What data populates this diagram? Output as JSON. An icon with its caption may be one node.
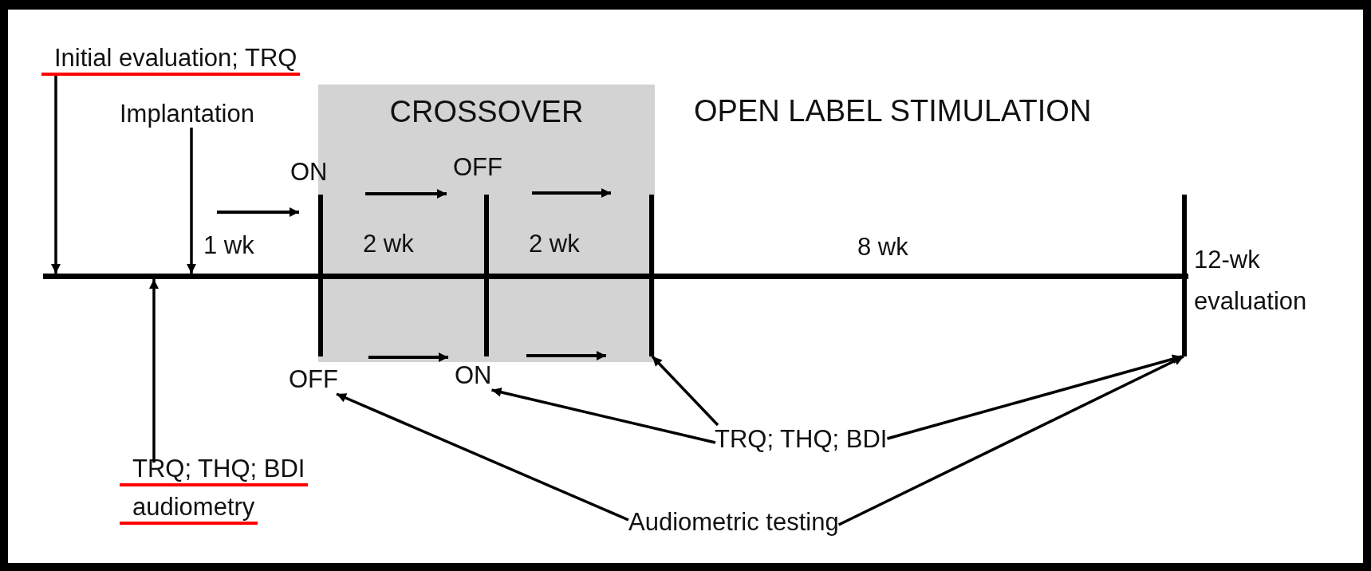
{
  "diagram": {
    "nodes": [
      {
        "text": [
          "Initial evaluation; TRQ"
        ]
      },
      {
        "text": [
          "Implantation"
        ]
      },
      {
        "text": [
          "CROSSOVER"
        ]
      },
      {
        "text": [],
        "shape": "bar"
      },
      {
        "text": [],
        "shape": "bar",
        "in": 2,
        "beside": [
          "ON"
        ]
      },
      {
        "text": [],
        "shape": "bar",
        "in": 2,
        "beside": [
          "OFF"
        ]
      },
      {
        "text": [],
        "shape": "bar",
        "in": 2
      },
      {
        "text": [],
        "shape": "bar",
        "beside": [
          "12-wk evaluation"
        ]
      },
      {
        "text": [
          "OFF"
        ]
      },
      {
        "text": [
          "ON"
        ]
      },
      {
        "text": [
          "TRQ; THQ; BDI",
          "audiometry"
        ]
      },
      {
        "text": [
          "TRQ; THQ; BDI"
        ]
      },
      {
        "text": [
          "Audiometric testing"
        ]
      }
    ],
    "edges": [
      {
        "from": 0,
        "to": 3,
        "arrow": "to"
      },
      {
        "from": 1,
        "to": 3,
        "arrow": "to"
      },
      {
        "from": 10,
        "to": 3,
        "arrow": "to"
      },
      {
        "from": 11,
        "to": 6,
        "arrow": "to"
      },
      {
        "from": 11,
        "to": 9,
        "arrow": "to"
      },
      {
        "from": 11,
        "to": 7,
        "arrow": "to"
      },
      {
        "from": 12,
        "to": 8,
        "arrow": "to"
      },
      {
        "from": 12,
        "to": 7,
        "arrow": "to"
      }
    ],
    "labels": [
      "OPEN LABEL STIMULATION",
      "1 wk",
      "2 wk",
      "2 wk",
      "8 wk"
    ]
  }
}
